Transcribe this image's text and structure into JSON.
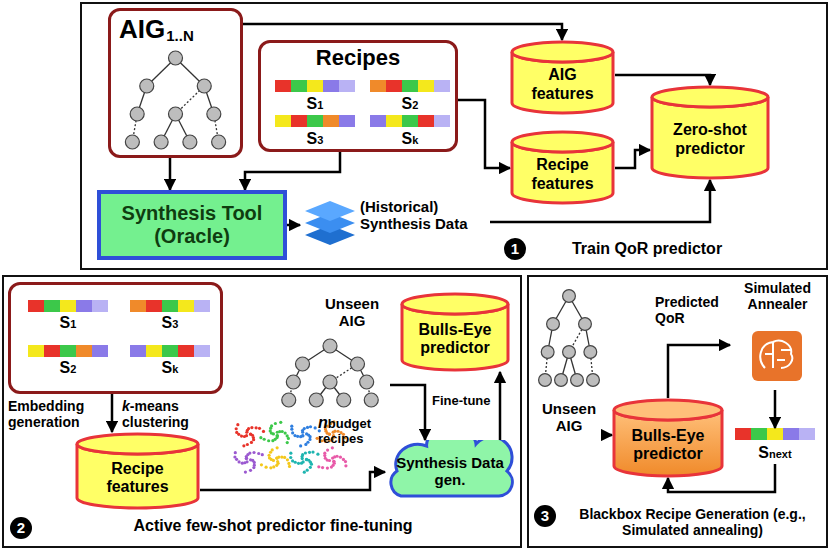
{
  "diagram": {
    "nodes": [
      {
        "text": [
          "Train QoR predictor"
        ]
      },
      {
        "text": [
          "AIG",
          "1..N"
        ],
        "in": 0
      },
      {
        "text": [
          "Recipes",
          "S1",
          "S2",
          "S3",
          "Sk"
        ],
        "in": 0
      },
      {
        "text": [
          "AIG features"
        ],
        "in": 0
      },
      {
        "text": [
          "Recipe features"
        ],
        "in": 0
      },
      {
        "text": [
          "Zero-shot predictor"
        ],
        "in": 0
      },
      {
        "text": [
          "Synthesis Tool (Oracle)"
        ],
        "in": 0
      },
      {
        "text": [
          "(Historical) Synthesis Data"
        ],
        "in": 0
      },
      {
        "text": [
          "Active few-shot predictor fine-tuning"
        ]
      },
      {
        "text": [
          "S1",
          "S3",
          "S2",
          "Sk"
        ],
        "in": 8
      },
      {
        "text": [
          "Recipe features"
        ],
        "in": 8
      },
      {
        "text": [
          "Unseen AIG"
        ],
        "in": 8
      },
      {
        "text": [
          "Bulls-Eye predictor"
        ],
        "in": 8
      },
      {
        "text": [
          "Synthesis Data gen."
        ],
        "in": 8
      },
      {
        "text": [
          "Blackbox Recipe Generation (e.g., Simulated annealing)"
        ]
      },
      {
        "text": [
          "Unseen AIG"
        ],
        "in": 14
      },
      {
        "text": [
          "Bulls-Eye predictor"
        ],
        "in": 14
      },
      {
        "text": [
          "Simulated Annealer"
        ],
        "in": 14
      },
      {
        "text": [
          "Snext"
        ],
        "in": 14
      }
    ],
    "edges": [
      {
        "from": 1,
        "to": 3,
        "arrow": "to"
      },
      {
        "from": 1,
        "to": 6,
        "arrow": "to"
      },
      {
        "from": 2,
        "to": 6,
        "arrow": "to"
      },
      {
        "from": 2,
        "to": 4,
        "arrow": "to"
      },
      {
        "from": 3,
        "to": 5,
        "arrow": "to"
      },
      {
        "from": 4,
        "to": 5,
        "arrow": "to"
      },
      {
        "from": 6,
        "to": 7,
        "arrow": "to"
      },
      {
        "from": 7,
        "to": 5,
        "arrow": "to"
      },
      {
        "from": 9,
        "to": 10,
        "arrow": "to"
      },
      {
        "from": 10,
        "to": 13,
        "arrow": "to"
      },
      {
        "from": 11,
        "to": 13,
        "arrow": "to"
      },
      {
        "from": 13,
        "to": 12,
        "arrow": "to"
      },
      {
        "from": 15,
        "to": 16,
        "arrow": "to"
      },
      {
        "from": 16,
        "to": 17,
        "arrow": "to"
      },
      {
        "from": 17,
        "to": 18,
        "arrow": "to"
      },
      {
        "from": 18,
        "to": 16,
        "arrow": "to"
      }
    ],
    "labels": [
      "1",
      "2",
      "3",
      "Embedding generation",
      "k-means clustering",
      "nbudget recipes",
      "Fine-tune",
      "Predicted QoR"
    ]
  }
}
